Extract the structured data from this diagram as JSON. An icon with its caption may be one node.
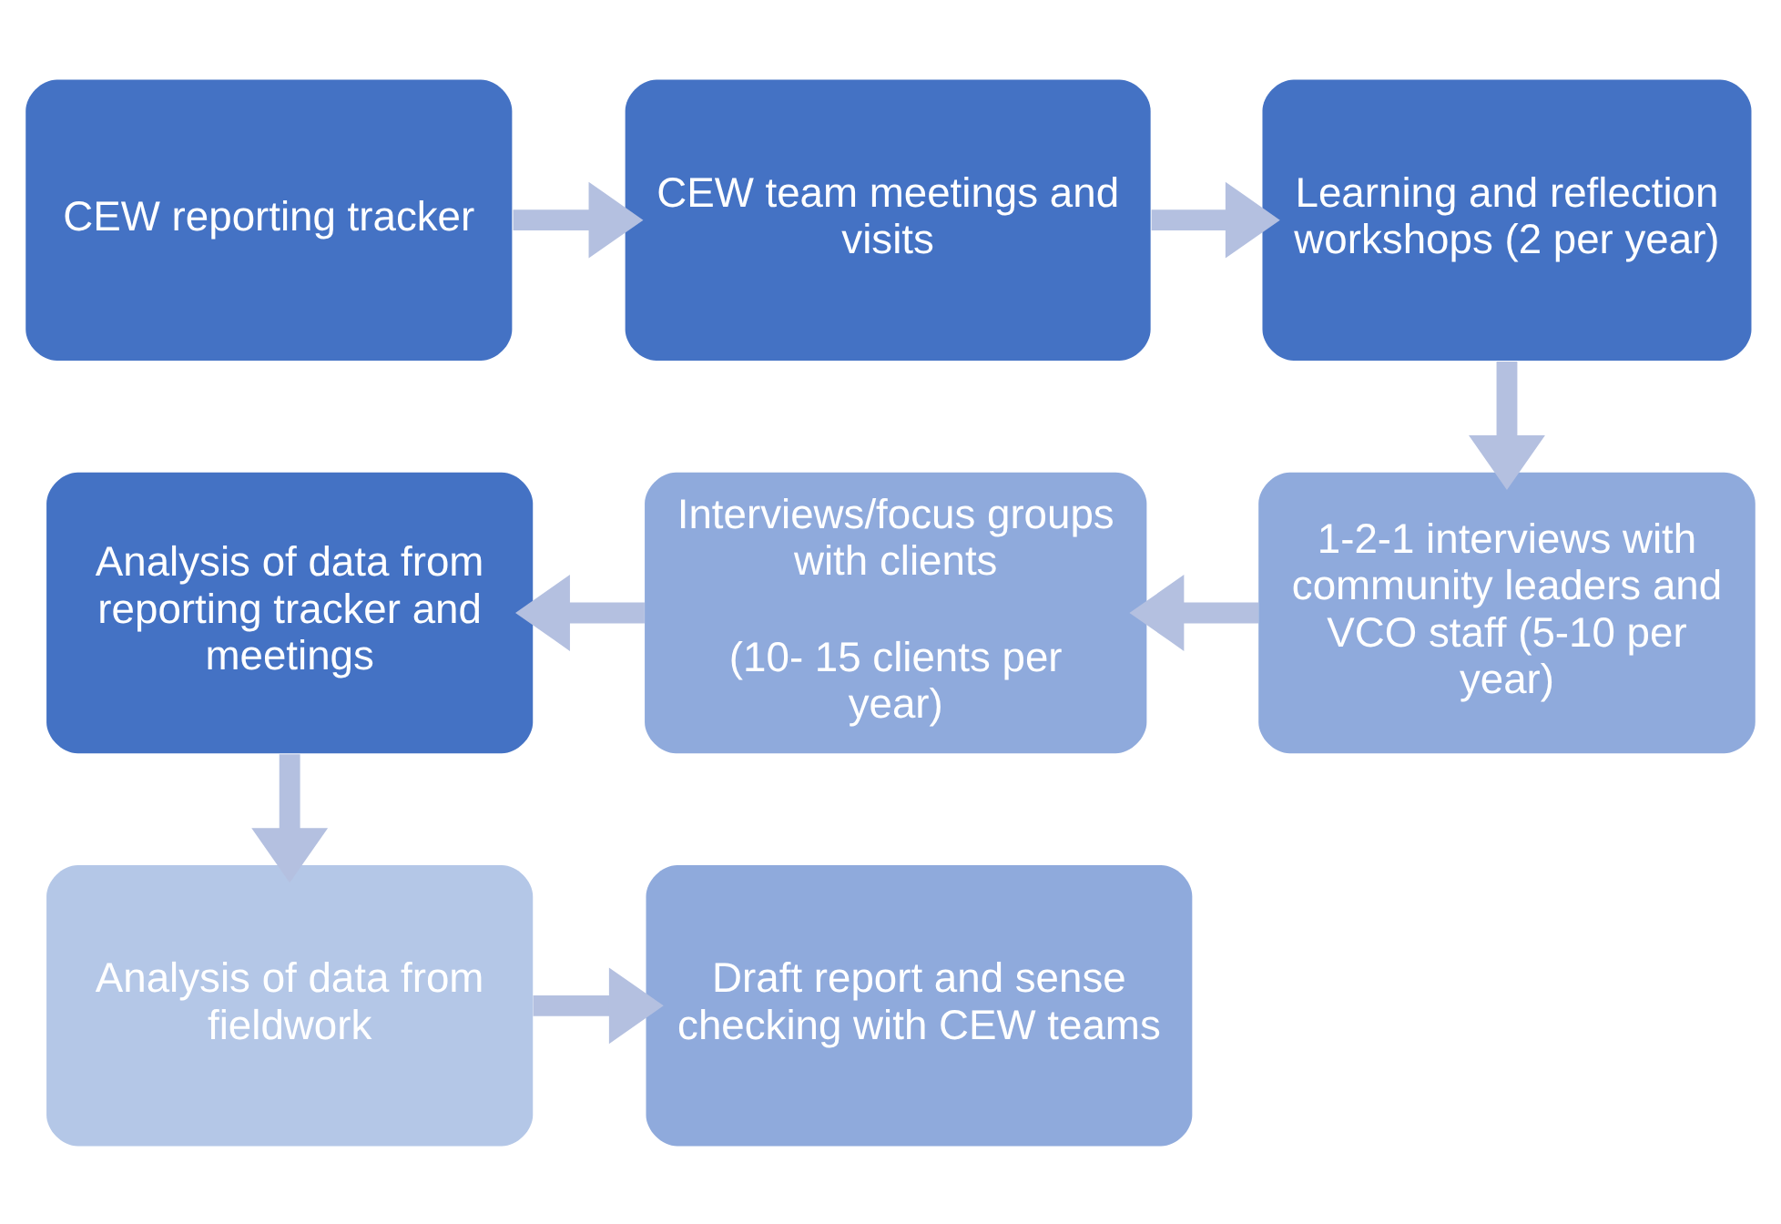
{
  "diagram": {
    "nodes": [
      {
        "text": [
          "CEW reporting tracker"
        ]
      },
      {
        "text": [
          "CEW team meetings and visits"
        ]
      },
      {
        "text": [
          "Learning and reflection workshops (2 per year)"
        ]
      },
      {
        "text": [
          "1-2-1 interviews with community leaders and VCO staff (5-10 per year)"
        ]
      },
      {
        "text": [
          "Interviews/focus groups with clients",
          "(10- 15 clients per year)"
        ]
      },
      {
        "text": [
          "Analysis of data from reporting tracker and meetings"
        ]
      },
      {
        "text": [
          "Analysis of data from fieldwork"
        ]
      },
      {
        "text": [
          "Draft report and sense checking with CEW teams"
        ]
      }
    ],
    "edges": [
      {
        "from": 0,
        "to": 1,
        "arrow": "to"
      },
      {
        "from": 1,
        "to": 2,
        "arrow": "to"
      },
      {
        "from": 2,
        "to": 3,
        "arrow": "to"
      },
      {
        "from": 3,
        "to": 4,
        "arrow": "to"
      },
      {
        "from": 4,
        "to": 5,
        "arrow": "to"
      },
      {
        "from": 5,
        "to": 6,
        "arrow": "to"
      },
      {
        "from": 6,
        "to": 7,
        "arrow": "to"
      }
    ]
  }
}
